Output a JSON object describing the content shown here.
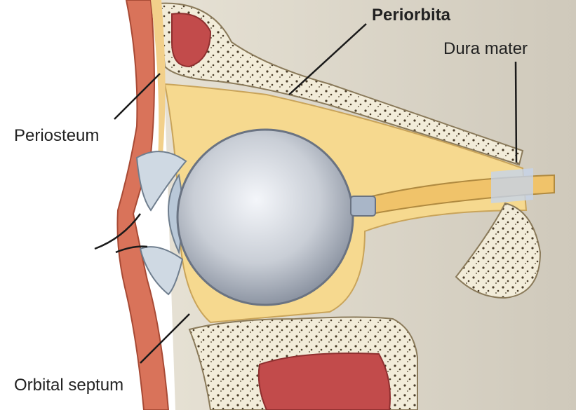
{
  "labels": {
    "periorbita": "Periorbita",
    "dura_mater": "Dura mater",
    "periosteum": "Periosteum",
    "orbital_septum": "Orbital septum"
  },
  "colors": {
    "fat": "#f6d98f",
    "bone": "#f2ecd9",
    "bone_dots": "#3a3020",
    "sinus": "#c24b4b",
    "skin": "#d9735a",
    "eyeball": "#c9ced6",
    "background_tissue": "#d8d3c6",
    "leader_line": "#1a1a1a"
  }
}
